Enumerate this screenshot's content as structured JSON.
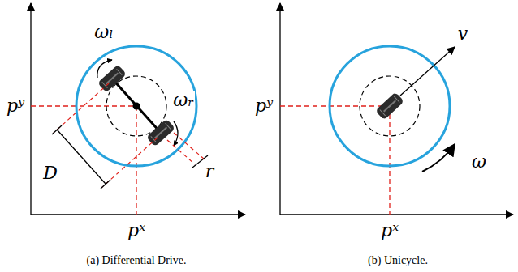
{
  "diagram": {
    "labels": [
      "pʸ",
      "ωₗ",
      "ωᵣ",
      "D",
      "r",
      "pˣ",
      "pʸ",
      "v",
      "ω",
      "pˣ",
      "(a) Differential Drive.",
      "(b) Unicycle."
    ]
  }
}
